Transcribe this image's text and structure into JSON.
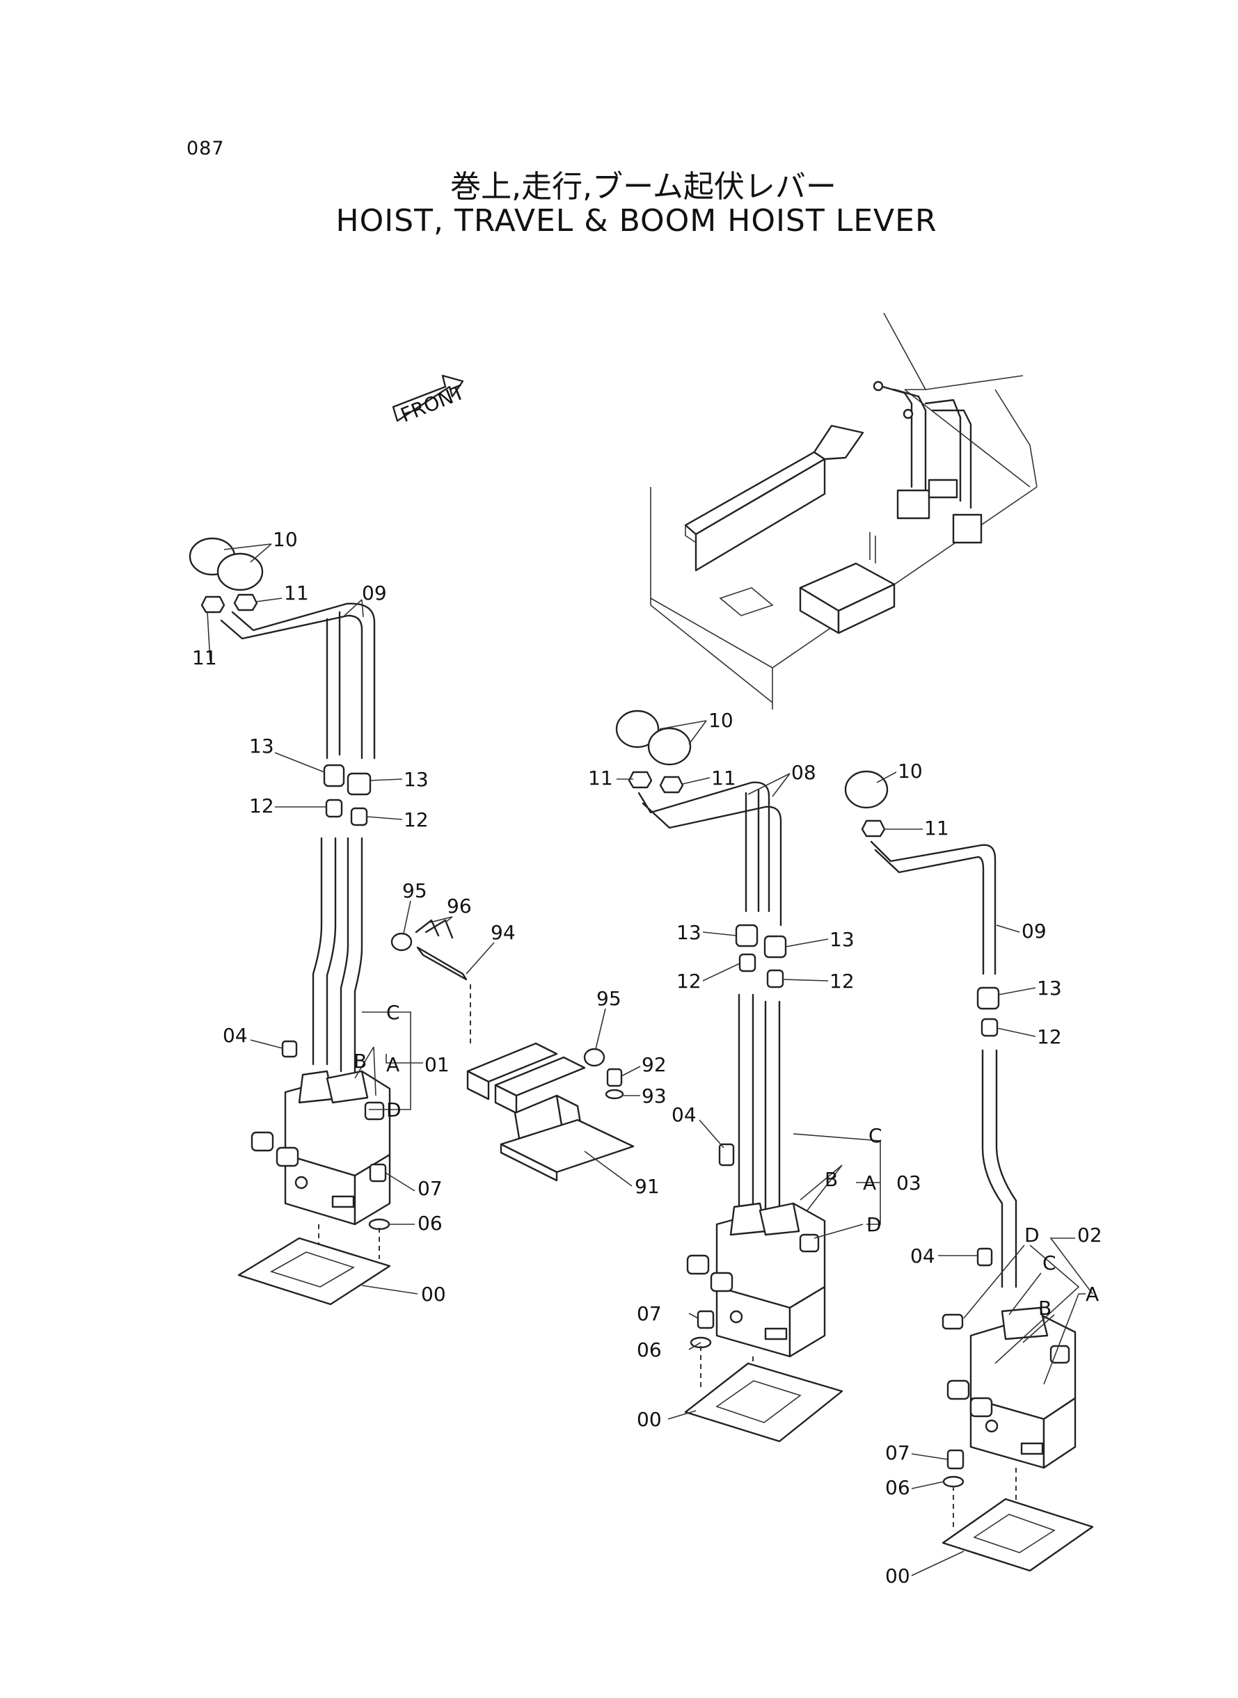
{
  "page_number": "087",
  "title_jp": "巻上,走行,ブーム起伏レバー",
  "title_en": "HOIST, TRAVEL & BOOM HOIST LEVER",
  "front_label": "FRONT",
  "labels": {
    "n10": "10",
    "n11": "11",
    "n09": "09",
    "n13": "13",
    "n12": "12",
    "n08": "08",
    "n95": "95",
    "n96": "96",
    "n94": "94",
    "n92": "92",
    "n93": "93",
    "n91": "91",
    "n04": "04",
    "n07": "07",
    "n06": "06",
    "n00": "00",
    "n01": "01",
    "n02": "02",
    "n03": "03",
    "a": "A",
    "b": "B",
    "c": "C",
    "d": "D"
  }
}
